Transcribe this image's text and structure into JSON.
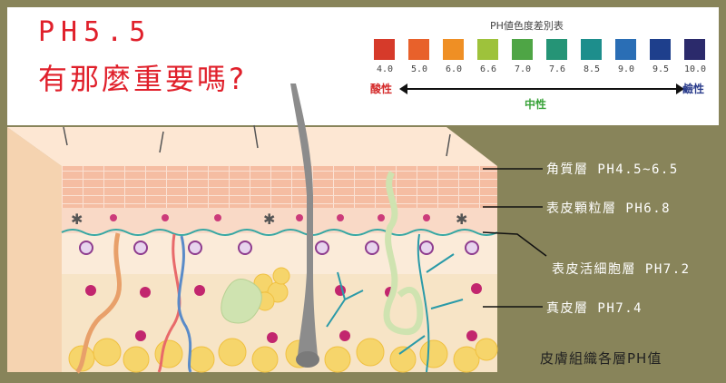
{
  "headline": {
    "line1": "PH5.5",
    "line2": "有那麼重要嗎?"
  },
  "ph_scale": {
    "title": "PH値色度差別表",
    "swatches": [
      {
        "ph": "4.0",
        "color": "#d63a2a"
      },
      {
        "ph": "5.0",
        "color": "#e8612b"
      },
      {
        "ph": "6.0",
        "color": "#ef8f24"
      },
      {
        "ph": "6.6",
        "color": "#9ec23b"
      },
      {
        "ph": "7.0",
        "color": "#4ea545"
      },
      {
        "ph": "7.6",
        "color": "#259476"
      },
      {
        "ph": "8.5",
        "color": "#1d8e8c"
      },
      {
        "ph": "9.0",
        "color": "#2a6eb5"
      },
      {
        "ph": "9.5",
        "color": "#1e3f8c"
      },
      {
        "ph": "10.0",
        "color": "#2b2a6b"
      }
    ],
    "acid_label": "酸性",
    "neutral_label": "中性",
    "alkaline_label": "鹼性"
  },
  "layers": [
    {
      "label": "角質層 PH4.5~6.5"
    },
    {
      "label": "表皮顆粒層 PH6.8"
    },
    {
      "label": "表皮活細胞層 PH7.2"
    },
    {
      "label": "真皮層 PH7.4"
    }
  ],
  "footer_caption": "皮膚組織各層PH值",
  "colors": {
    "frame": "#88845a",
    "headline": "#e0202b",
    "stratum_corneum": "#f3b89e",
    "dermis": "#f7e4c6"
  }
}
